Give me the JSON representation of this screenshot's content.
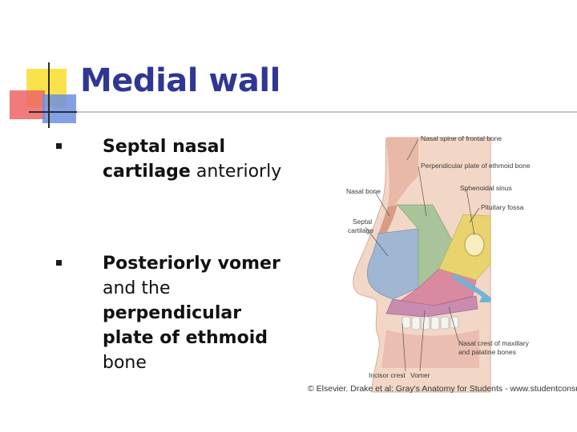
{
  "slide": {
    "title": "Medial wall",
    "bullets": [
      {
        "bold": "Septal nasal cartilage",
        "rest": " anteriorly"
      },
      {
        "bold1": "Posteriorly vomer",
        "mid": " and the ",
        "bold2": "perpendicular plate of ethmoid",
        "rest": " bone"
      }
    ]
  },
  "figure": {
    "labels": {
      "nasal_spine": "Nasal spine of frontal bone",
      "perpendicular_plate": "Perpendicular plate of ethmoid bone",
      "nasal_bone": "Nasal bone",
      "sphenoidal_sinus": "Sphenoidal sinus",
      "pituitary_fossa": "Pituitary fossa",
      "septal_cartilage_1": "Septal",
      "septal_cartilage_2": "cartilage",
      "nasal_crest_1": "Nasal crest of maxillary",
      "nasal_crest_2": "and palatine bones",
      "incisor_crest": "Incisor crest",
      "vomer": "Vomer"
    },
    "credit": "© Elsevier. Drake et al: Gray's Anatomy for Students - www.studentconsult.com"
  },
  "colors": {
    "title": "#2f3694",
    "accent_yellow": "#f9e24a",
    "accent_red": "#ef6464",
    "accent_blue": "#6d8fe0"
  }
}
